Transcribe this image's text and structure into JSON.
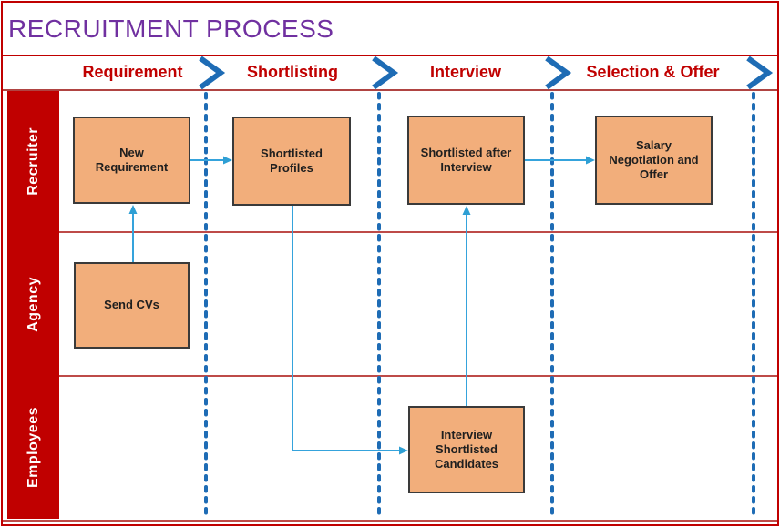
{
  "title": "RECRUITMENT PROCESS",
  "phases": [
    {
      "label": "Requirement"
    },
    {
      "label": "Shortlisting"
    },
    {
      "label": "Interview"
    },
    {
      "label": "Selection & Offer"
    }
  ],
  "lanes": [
    {
      "label": "Recruiter"
    },
    {
      "label": "Agency"
    },
    {
      "label": "Employees"
    }
  ],
  "nodes": [
    {
      "label": "New Requirement",
      "lane": "Recruiter",
      "phase": "Requirement"
    },
    {
      "label": "Shortlisted Profiles",
      "lane": "Recruiter",
      "phase": "Shortlisting"
    },
    {
      "label": "Shortlisted after Interview",
      "lane": "Recruiter",
      "phase": "Interview"
    },
    {
      "label": "Salary Negotiation and Offer",
      "lane": "Recruiter",
      "phase": "Selection & Offer"
    },
    {
      "label": "Send CVs",
      "lane": "Agency",
      "phase": "Requirement"
    },
    {
      "label": "Interview Shortlisted Candidates",
      "lane": "Employees",
      "phase": "Interview"
    }
  ],
  "connections": [
    {
      "from": "New Requirement",
      "to": "Shortlisted Profiles"
    },
    {
      "from": "Send CVs",
      "to": "New Requirement"
    },
    {
      "from": "Shortlisted Profiles",
      "to": "Interview Shortlisted Candidates"
    },
    {
      "from": "Interview Shortlisted Candidates",
      "to": "Shortlisted after Interview"
    },
    {
      "from": "Shortlisted after Interview",
      "to": "Salary Negotiation and Offer"
    }
  ],
  "colors": {
    "frame_red": "#C00000",
    "sidebar_red": "#C00000",
    "lane_line_red": "#BE4B48",
    "title_purple": "#7030A0",
    "phase_label_red": "#C00000",
    "node_fill_orange": "#F2AE7B",
    "node_border": "#3A3A3A",
    "arrow_blue": "#35A3DC",
    "divider_blue": "#1E6CB5"
  }
}
